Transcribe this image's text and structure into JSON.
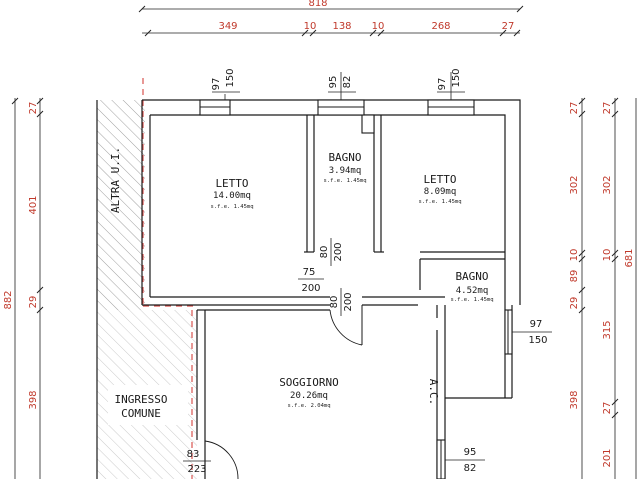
{
  "top_dims": {
    "total": "818",
    "parts": [
      "349",
      "10",
      "138",
      "10",
      "268",
      "27"
    ]
  },
  "left_dims": [
    "27",
    "401",
    "29",
    "398"
  ],
  "left_total": "882",
  "right_dims_a": [
    "27",
    "302",
    "10",
    "89",
    "29",
    "398"
  ],
  "right_dims_b": [
    "27",
    "302",
    "10",
    "315",
    "27",
    "201"
  ],
  "right_total": "681",
  "windows": [
    {
      "w": "97",
      "h": "150"
    },
    {
      "w": "95",
      "h": "82"
    },
    {
      "w": "97",
      "h": "150"
    },
    {
      "w": "97",
      "h": "150"
    },
    {
      "w": "95",
      "h": "82"
    }
  ],
  "doors": [
    {
      "w": "80",
      "h": "200"
    },
    {
      "w": "75",
      "h": "200"
    },
    {
      "w": "80",
      "h": "200"
    },
    {
      "w": "83",
      "h": "223"
    }
  ],
  "rooms": [
    {
      "name": "LETTO",
      "area": "14.00mq",
      "sfe": "s.f.e. 1.45mq"
    },
    {
      "name": "BAGNO",
      "area": "3.94mq",
      "sfe": "s.f.e. 1.45mq"
    },
    {
      "name": "LETTO",
      "area": "8.09mq",
      "sfe": "s.f.e. 1.45mq"
    },
    {
      "name": "BAGNO",
      "area": "4.52mq",
      "sfe": "s.f.e. 1.45mq"
    },
    {
      "name": "SOGGIORNO",
      "area": "20.26mq",
      "sfe": "s.f.e. 2.04mq"
    }
  ],
  "labels": {
    "altra": "ALTRA U.I.",
    "ingresso_1": "INGRESSO",
    "ingresso_2": "COMUNE",
    "ac": "A.C."
  }
}
